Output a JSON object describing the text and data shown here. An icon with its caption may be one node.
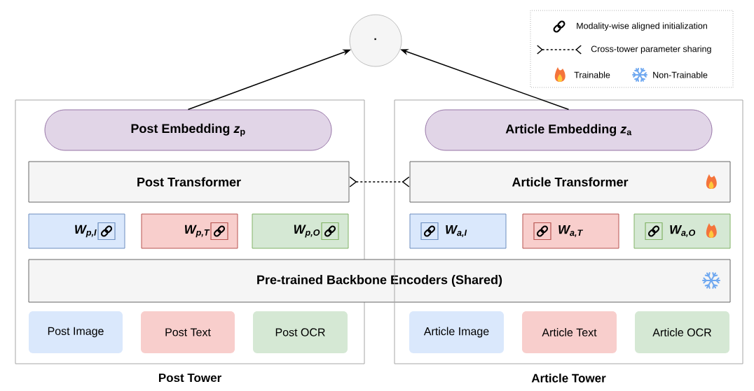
{
  "diagram": {
    "nodes": [
      {
        "text": [
          "·"
        ]
      },
      {
        "text": [
          "Post Tower"
        ]
      },
      {
        "text": [
          "Post Embedding *z*$_{p}$"
        ],
        "in": 1
      },
      {
        "text": [
          "Post Transformer"
        ],
        "in": 1
      },
      {
        "text": [
          "W$_{p,I}$"
        ],
        "in": 1
      },
      {
        "text": [
          "W$_{p,T}$"
        ],
        "in": 1
      },
      {
        "text": [
          "W$_{p,O}$"
        ],
        "in": 1
      },
      {
        "text": [
          "Pre-trained Backbone Encoders (Shared)"
        ]
      },
      {
        "text": [
          "Post Image"
        ],
        "in": 1
      },
      {
        "text": [
          "Post Text"
        ],
        "in": 1
      },
      {
        "text": [
          "Post OCR"
        ],
        "in": 1
      },
      {
        "text": [
          "Article Tower"
        ]
      },
      {
        "text": [
          "Article Embedding *z*$_{a}$"
        ],
        "in": 11
      },
      {
        "text": [
          "Article Transformer"
        ],
        "in": 11
      },
      {
        "text": [
          "W$_{a,I}$"
        ],
        "in": 11
      },
      {
        "text": [
          "W$_{a,T}$"
        ],
        "in": 11
      },
      {
        "text": [
          "W$_{a,O}$"
        ],
        "in": 11
      },
      {
        "text": [
          "Article Image"
        ],
        "in": 11
      },
      {
        "text": [
          "Article Text"
        ],
        "in": 11
      },
      {
        "text": [
          "Article OCR"
        ],
        "in": 11
      }
    ],
    "edges": [
      {
        "from": 2,
        "to": 0,
        "arrow": "to"
      },
      {
        "from": 12,
        "to": 0,
        "arrow": "to"
      },
      {
        "from": 3,
        "to": 13,
        "arrow": "other",
        "style": "dashed"
      }
    ],
    "legend": [
      {
        "text": "Modality-wise aligned initialization"
      },
      {
        "text": "Cross-tower parameter sharing"
      },
      {
        "text": "Trainable"
      },
      {
        "text": "Non-Trainable"
      }
    ]
  }
}
